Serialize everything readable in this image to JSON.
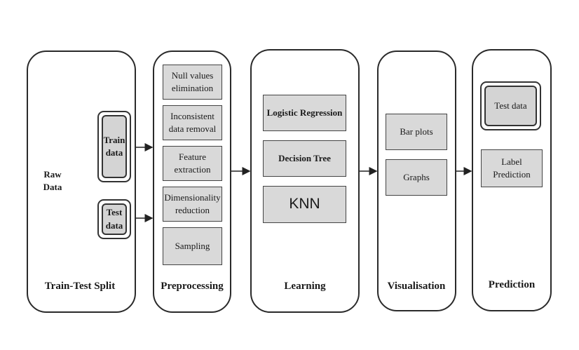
{
  "stages": {
    "split": "Train-Test Split",
    "preprocessing": "Preprocessing",
    "learning": "Learning",
    "visualisation": "Visualisation",
    "prediction": "Prediction"
  },
  "split": {
    "raw_data_line1": "Raw",
    "raw_data_line2": "Data",
    "train_line1": "Train",
    "train_line2": "data",
    "test_line1": "Test",
    "test_line2": "data"
  },
  "preprocessing": {
    "null_line1": "Null values",
    "null_line2": "elimination",
    "inconsistent_line1": "Inconsistent",
    "inconsistent_line2": "data removal",
    "feature_line1": "Feature",
    "feature_line2": "extraction",
    "dimension_line1": "Dimensionality",
    "dimension_line2": "reduction",
    "sampling": "Sampling"
  },
  "learning": {
    "logistic": "Logistic Regression",
    "tree": "Decision Tree",
    "knn": "KNN"
  },
  "visualisation": {
    "bar_plots": "Bar plots",
    "graphs": "Graphs"
  },
  "prediction": {
    "test_data": "Test data",
    "label_line1": "Label",
    "label_line2": "Prediction"
  }
}
